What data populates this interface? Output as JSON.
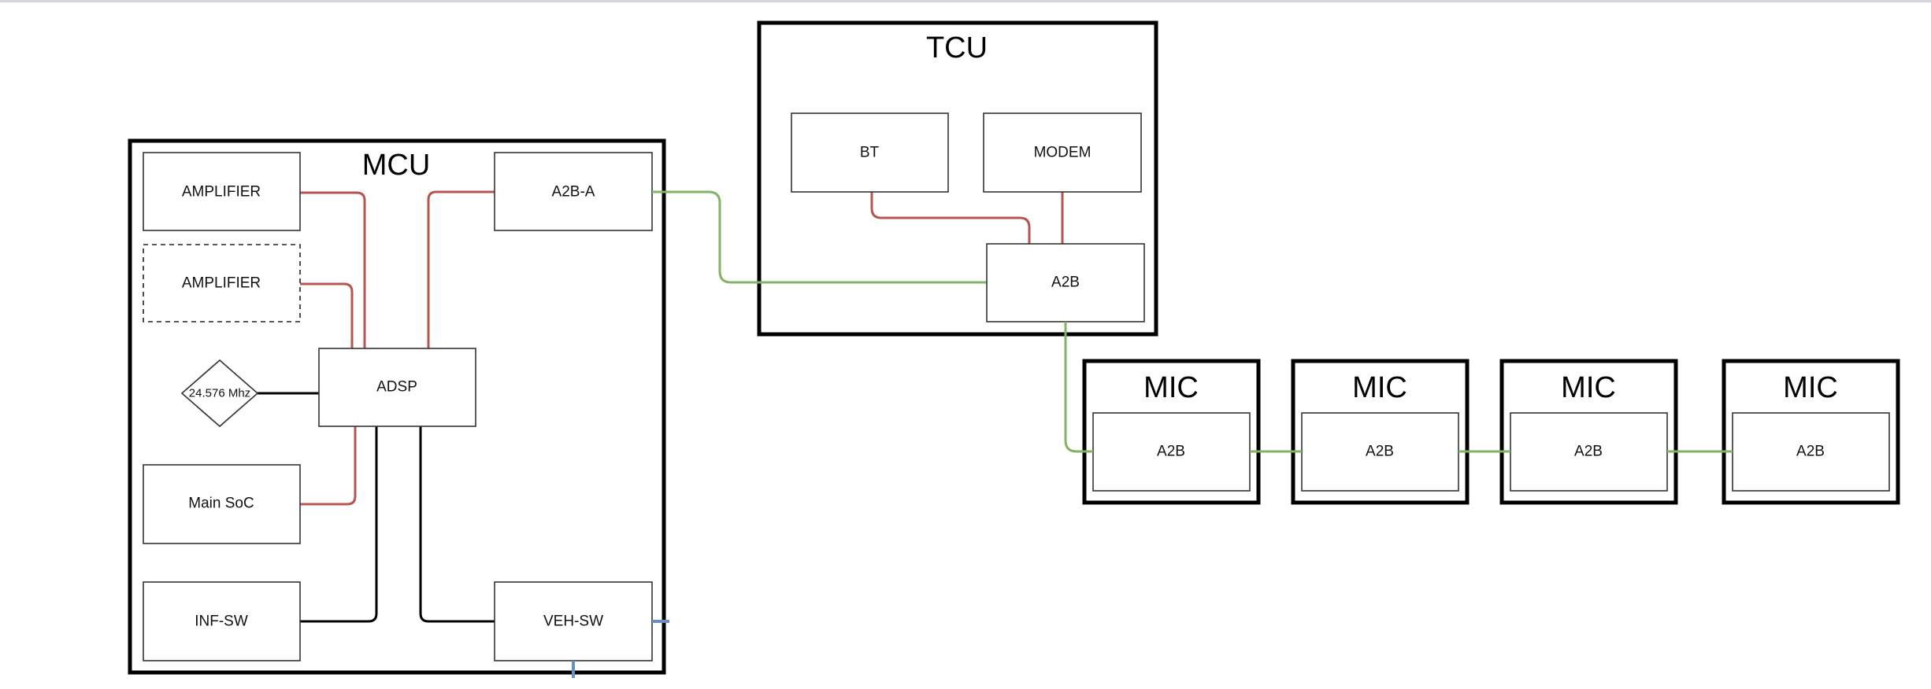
{
  "colors": {
    "red_link": "#b85450",
    "green_link": "#82b366",
    "black_link": "#000000",
    "blue_link": "#6c8ebf"
  },
  "containers": {
    "mcu": {
      "label": "MCU"
    },
    "tcu": {
      "label": "TCU"
    },
    "mics": [
      {
        "label": "MIC",
        "inner_label": "A2B"
      },
      {
        "label": "MIC",
        "inner_label": "A2B"
      },
      {
        "label": "MIC",
        "inner_label": "A2B"
      },
      {
        "label": "MIC",
        "inner_label": "A2B"
      }
    ]
  },
  "mcu_blocks": {
    "amplifier_1": "AMPLIFIER",
    "amplifier_2": "AMPLIFIER",
    "a2b_a": "A2B-A",
    "adsp": "ADSP",
    "crystal": "24.576 Mhz",
    "main_soc": "Main SoC",
    "inf_sw": "INF-SW",
    "veh_sw": "VEH-SW"
  },
  "tcu_blocks": {
    "bt": "BT",
    "modem": "MODEM",
    "a2b": "A2B"
  },
  "connections": [
    {
      "from": "AMPLIFIER",
      "to": "ADSP",
      "color": "red"
    },
    {
      "from": "AMPLIFIER (optional)",
      "to": "ADSP",
      "color": "red"
    },
    {
      "from": "A2B-A",
      "to": "ADSP",
      "color": "red"
    },
    {
      "from": "Main SoC",
      "to": "ADSP",
      "color": "red"
    },
    {
      "from": "24.576 Mhz",
      "to": "ADSP",
      "color": "black"
    },
    {
      "from": "INF-SW",
      "to": "ADSP",
      "color": "black"
    },
    {
      "from": "VEH-SW",
      "to": "ADSP",
      "color": "black"
    },
    {
      "from": "A2B-A",
      "to": "TCU A2B",
      "color": "green"
    },
    {
      "from": "BT",
      "to": "TCU A2B",
      "color": "red"
    },
    {
      "from": "MODEM",
      "to": "TCU A2B",
      "color": "red"
    },
    {
      "from": "TCU A2B",
      "to": "MIC 1 A2B",
      "color": "green"
    },
    {
      "from": "MIC 1 A2B",
      "to": "MIC 2 A2B",
      "color": "green"
    },
    {
      "from": "MIC 2 A2B",
      "to": "MIC 3 A2B",
      "color": "green"
    },
    {
      "from": "MIC 3 A2B",
      "to": "MIC 4 A2B",
      "color": "green"
    }
  ]
}
